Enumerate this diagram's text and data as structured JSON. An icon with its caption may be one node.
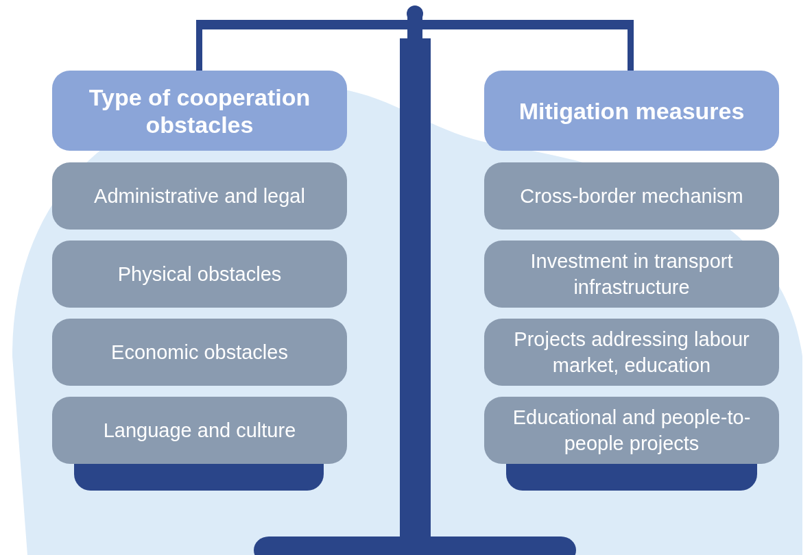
{
  "diagram": {
    "nodes": [
      {
        "text": [
          "Type of cooperation obstacles"
        ]
      },
      {
        "text": [
          "Administrative and legal"
        ]
      },
      {
        "text": [
          "Physical obstacles"
        ]
      },
      {
        "text": [
          "Economic obstacles"
        ]
      },
      {
        "text": [
          "Language and culture"
        ]
      },
      {
        "text": [
          "Mitigation measures"
        ]
      },
      {
        "text": [
          "Cross-border mechanism"
        ]
      },
      {
        "text": [
          "Investment in transport infrastructure"
        ]
      },
      {
        "text": [
          "Projects addressing labour market, education"
        ]
      },
      {
        "text": [
          "Educational and people-to-people projects"
        ]
      }
    ]
  }
}
